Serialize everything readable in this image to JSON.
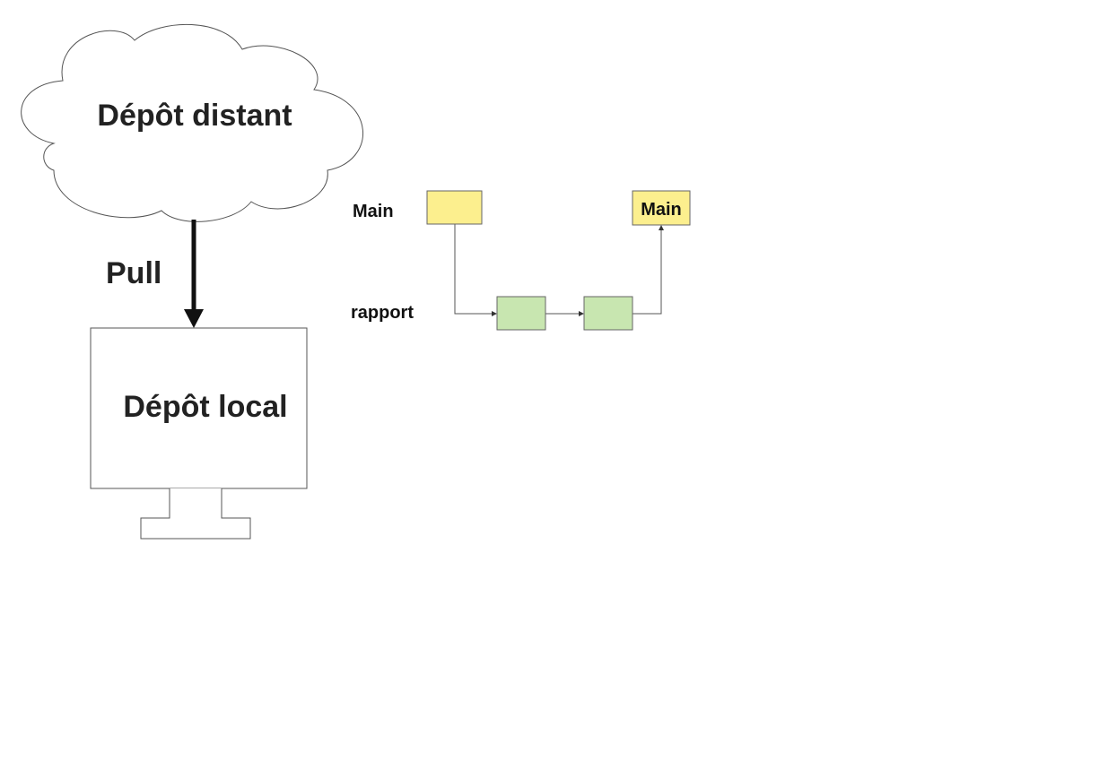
{
  "remote": {
    "label": "Dépôt distant"
  },
  "local": {
    "label": "Dépôt local"
  },
  "action": {
    "label": "Pull"
  },
  "branches": {
    "main_label": "Main",
    "rapport_label": "rapport",
    "main_tip_label": "Main"
  },
  "colors": {
    "main_commit": "#fcef8e",
    "rapport_commit": "#c8e6b0",
    "outline": "#555555",
    "arrow": "#111111"
  }
}
